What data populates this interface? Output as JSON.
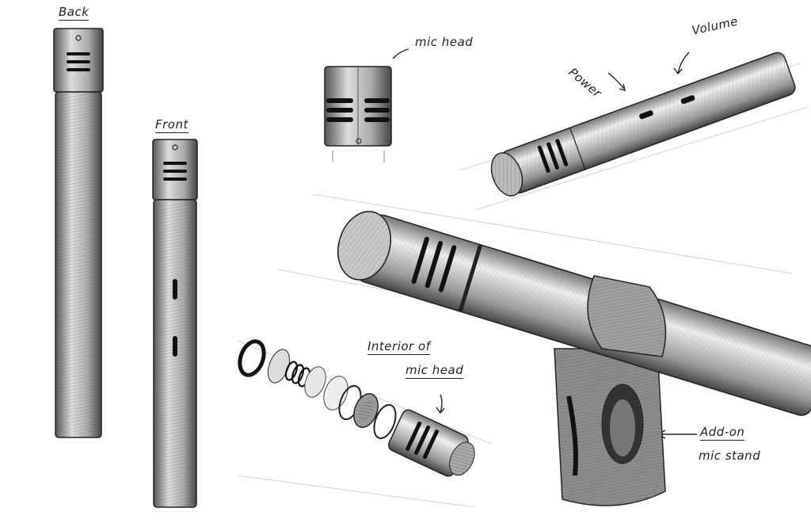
{
  "labels": {
    "back": "Back",
    "front": "Front",
    "mic_head": "mic head",
    "power": "Power",
    "volume": "Volume",
    "interior_line1": "Interior of",
    "interior_line2": "mic head",
    "addon": "Add-on",
    "mic_stand": "mic stand"
  },
  "colors": {
    "ink": "#222222",
    "paper": "#ffffff",
    "shade": "#9a9a9a"
  }
}
